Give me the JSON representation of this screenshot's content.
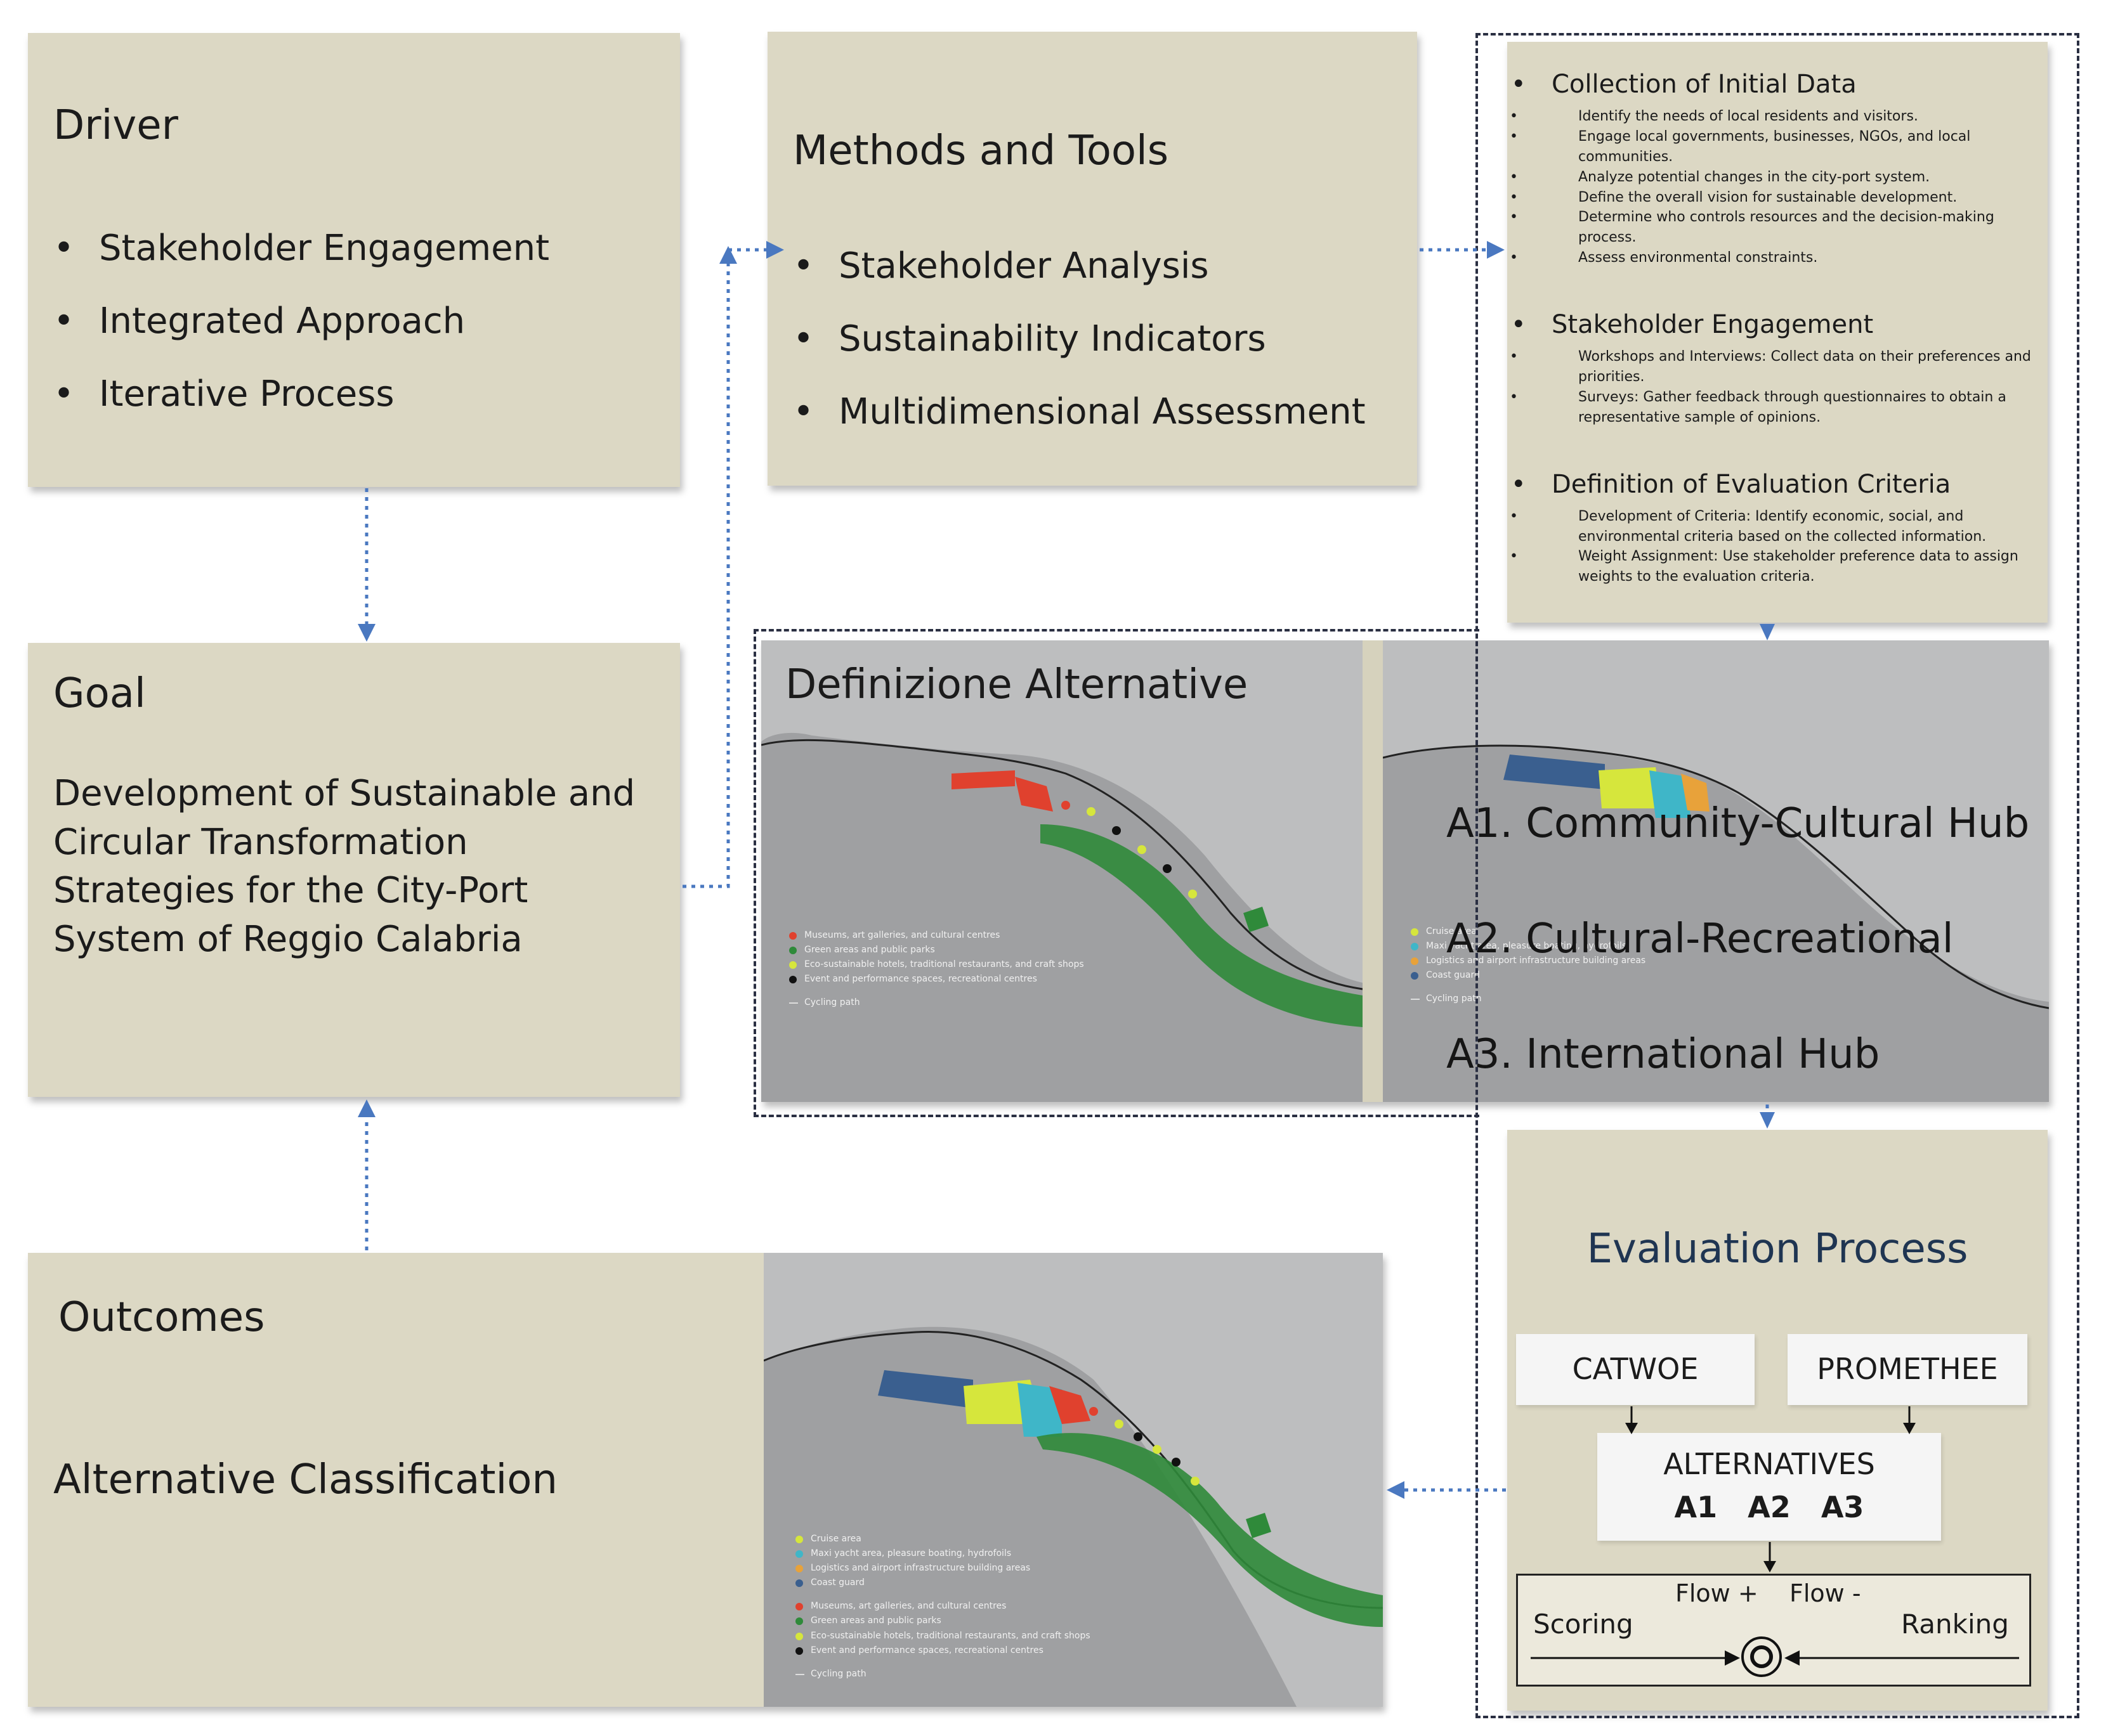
{
  "driver": {
    "title": "Driver",
    "items": [
      "Stakeholder Engagement",
      "Integrated Approach",
      "Iterative Process"
    ]
  },
  "methods": {
    "title": "Methods and Tools",
    "items": [
      "Stakeholder Analysis",
      "Sustainability Indicators",
      "Multidimensional Assessment"
    ]
  },
  "goal": {
    "title": "Goal",
    "text": "Development of Sustainable and Circular Transformation Strategies for the City-Port System of Reggio Calabria"
  },
  "outcomes": {
    "title": "Outcomes",
    "subtitle": "Alternative Classification"
  },
  "data_panel": {
    "sections": [
      {
        "heading": "Collection of Initial Data",
        "items": [
          "Identify the needs of local residents and visitors.",
          "Engage local governments, businesses, NGOs, and local communities.",
          "Analyze potential changes in the city-port system.",
          "Define the overall vision for sustainable development.",
          "Determine who controls resources and the decision-making process.",
          "Assess environmental constraints."
        ]
      },
      {
        "heading": "Stakeholder Engagement",
        "items": [
          "Workshops and Interviews: Collect data on their preferences and priorities.",
          "Surveys: Gather feedback through questionnaires to obtain a representative sample of opinions."
        ]
      },
      {
        "heading": "Definition of Evaluation Criteria",
        "items": [
          "Development of Criteria: Identify economic, social, and environmental criteria based on the collected information.",
          "Weight Assignment: Use stakeholder preference data to assign weights to the evaluation criteria."
        ]
      }
    ]
  },
  "alternatives_panel": {
    "title": "Definizione Alternative",
    "labels": [
      "A1. Community-Cultural Hub",
      "A2. Cultural-Recreational",
      "A3. International Hub"
    ]
  },
  "map_legend_a": {
    "items": [
      {
        "label": "Museums, art galleries, and cultural centres",
        "color": "#e0412e"
      },
      {
        "label": "Green areas and public parks",
        "color": "#2f8a3a"
      },
      {
        "label": "Eco-sustainable hotels, traditional restaurants, and craft shops",
        "color": "#d6e63c"
      },
      {
        "label": "Event and performance spaces, recreational centres",
        "color": "#111111"
      }
    ],
    "path_label": "Cycling path"
  },
  "map_legend_b": {
    "items": [
      {
        "label": "Cruise area",
        "color": "#d6e63c"
      },
      {
        "label": "Maxi yacht area, pleasure boating, hydrofoils",
        "color": "#3fb6c8"
      },
      {
        "label": "Logistics and airport infrastructure building areas",
        "color": "#e8a23a"
      },
      {
        "label": "Coast guard",
        "color": "#3a5f8f"
      }
    ],
    "path_label": "Cycling path"
  },
  "map_legend_c": {
    "items": [
      {
        "label": "Cruise area",
        "color": "#d6e63c"
      },
      {
        "label": "Maxi yacht area, pleasure boating, hydrofoils",
        "color": "#3fb6c8"
      },
      {
        "label": "Logistics and airport infrastructure building areas",
        "color": "#e8a23a"
      },
      {
        "label": "Coast guard",
        "color": "#3a5f8f"
      },
      {
        "label": "Museums, art galleries, and cultural centres",
        "color": "#e0412e"
      },
      {
        "label": "Green areas and public parks",
        "color": "#2f8a3a"
      },
      {
        "label": "Eco-sustainable hotels, traditional restaurants, and craft shops",
        "color": "#d6e63c"
      },
      {
        "label": "Event and performance spaces, recreational centres",
        "color": "#111111"
      }
    ],
    "path_label": "Cycling path"
  },
  "evaluation": {
    "title": "Evaluation Process",
    "catwoe": "CATWOE",
    "promethee": "PROMETHEE",
    "alternatives_title": "ALTERNATIVES",
    "alternatives_codes": "A1   A2   A3",
    "flow_plus": "Flow +",
    "flow_minus": "Flow -",
    "scoring": "Scoring",
    "ranking": "Ranking"
  },
  "colors": {
    "box_fill": "#dcd8c4",
    "arrow_blue": "#4a78c0",
    "title_blue": "#1f3552",
    "map_gray": "#9fa0a2"
  }
}
